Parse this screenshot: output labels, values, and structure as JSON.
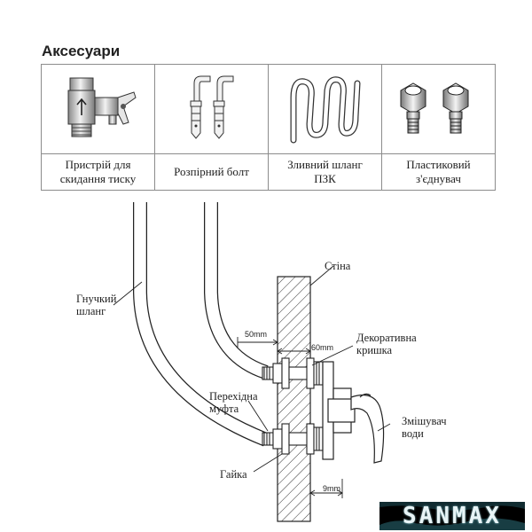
{
  "section_title": "Аксесуари",
  "accessories": [
    {
      "icon": "pressure-relief-valve",
      "label": "Пристрій для\nскидання тиску"
    },
    {
      "icon": "expansion-bolts",
      "label": "Розпірний болт"
    },
    {
      "icon": "drain-hose",
      "label": "Зливний шланг\nПЗК"
    },
    {
      "icon": "plastic-connectors",
      "label": "Пластиковий\nз'єднувач"
    }
  ],
  "diagram": {
    "labels": {
      "wall": "Стіна",
      "flexible_hose": "Гнучкий\nшланг",
      "decorative_cover": "Декоративна\nкришка",
      "adapter_coupling": "Перехідна\nмуфта",
      "mixer": "Змішувач\nводи",
      "nut": "Гайка"
    },
    "dimensions": {
      "d1": "50mm",
      "d2": "60mm",
      "d3": "9mm"
    }
  },
  "brand": "SANMAX"
}
